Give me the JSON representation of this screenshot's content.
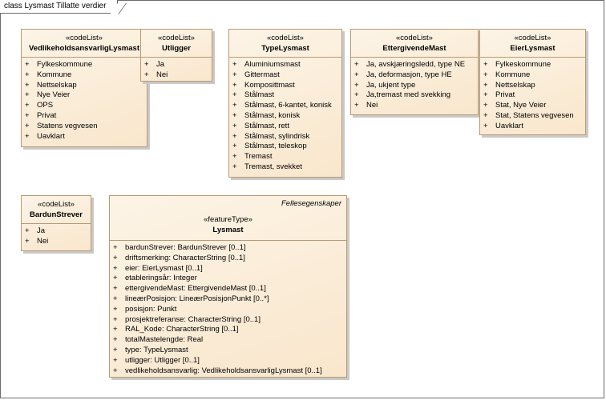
{
  "frame": {
    "title": "class Lysmast Tillatte verdier"
  },
  "classes": {
    "vedlikehold": {
      "stereotype": "«codeList»",
      "name": "VedlikeholdsansvarligLysmast",
      "items": [
        "Fylkeskommune",
        "Kommune",
        "Nettselskap",
        "Nye Veier",
        "OPS",
        "Privat",
        "Statens vegvesen",
        "Uavklart"
      ]
    },
    "utligger": {
      "stereotype": "«codeList»",
      "name": "Utligger",
      "items": [
        "Ja",
        "Nei"
      ]
    },
    "typelysmast": {
      "stereotype": "«codeList»",
      "name": "TypeLysmast",
      "items": [
        "Aluminiumsmast",
        "Gittermast",
        "Komposittmast",
        "Stålmast",
        "Stålmast, 6-kantet, konisk",
        "Stålmast, konisk",
        "Stålmast, rett",
        "Stålmast, sylindrisk",
        "Stålmast, teleskop",
        "Tremast",
        "Tremast, svekket"
      ]
    },
    "ettergivende": {
      "stereotype": "«codeList»",
      "name": "EttergivendeMast",
      "items": [
        "Ja, avskjæringsledd, type NE",
        "Ja, deformasjon, type HE",
        "Ja, ukjent type",
        "Ja,tremast med svekking",
        "Nei"
      ]
    },
    "eier": {
      "stereotype": "«codeList»",
      "name": "EierLysmast",
      "items": [
        "Fylkeskommune",
        "Kommune",
        "Nettselskap",
        "Privat",
        "Stat, Nye Veier",
        "Stat, Statens vegvesen",
        "Uavklart"
      ]
    },
    "bardun": {
      "stereotype": "«codeList»",
      "name": "BardunStrever",
      "items": [
        "Ja",
        "Nei"
      ]
    },
    "lysmast": {
      "package": "Fellesegenskaper",
      "stereotype": "«featureType»",
      "name": "Lysmast",
      "items": [
        "bardunStrever: BardunStrever [0..1]",
        "driftsmerking: CharacterString [0..1]",
        "eier: EierLysmast [0..1]",
        "etableringsår: Integer",
        "ettergivendeMast: EttergivendeMast [0..1]",
        "lineærPosisjon: LineærPosisjonPunkt [0..*]",
        "posisjon: Punkt",
        "prosjektreferanse: CharacterString [0..1]",
        "RAL_Kode: CharacterString [0..1]",
        "totalMastelengde: Real",
        "type: TypeLysmast",
        "utligger: Utligger [0..1]",
        "vedlikeholdsansvarlig: VedlikeholdsansvarligLysmast [0..1]"
      ]
    }
  }
}
